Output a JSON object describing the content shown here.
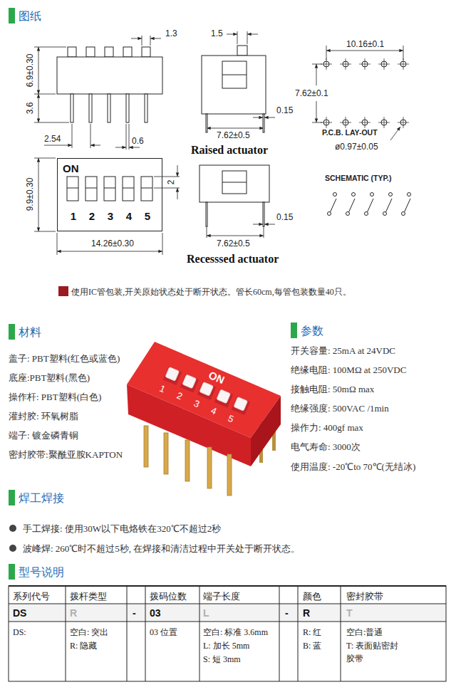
{
  "diagram": {
    "nodes": [
      {
        "text": [
          "ON",
          "1",
          "2",
          "3",
          "4",
          "5"
        ]
      }
    ],
    "labels": [
      "图纸",
      "1.3",
      "6.9±0.30",
      "3.6",
      "2.54",
      "0.6",
      "1.5",
      "0.15",
      "7.62±0.5",
      "Raised actuator",
      "10.16±0.1",
      "7.62±0.1",
      "P.C.B. LAY-OUT",
      "ø0.97±0.05",
      "9.9±0.30",
      "2",
      "0.15",
      "14.26±0.30",
      "7.62±0.5",
      "Recesssed actuator",
      "SCHEMATIC (TYP.)",
      "使用IC管包装,开关原始状态处于断开状态。管长60cm,每管包装数量40只。",
      "材料",
      "盖子: PBT塑料(红色或蓝色)",
      "底座:PBT塑料(黑色)",
      "操作杆: PBT塑料(白色)",
      "灌封胶: 环氧树脂",
      "端子: 镀金磷青铜",
      "密封胶带:聚酰亚胺KAPTON",
      "参数",
      "开关容量: 25mA at 24VDC",
      "绝缘电阻: 100MΩ at 250VDC",
      "接触电阻: 50mΩ max",
      "绝缘强度: 500VAC /1min",
      "操作力: 400gf max",
      "电气寿命: 3000次",
      "使用温度: -20℃to 70℃(无结冰)",
      "ON",
      "1",
      "2",
      "3",
      "4",
      "5",
      "焊工焊接",
      "手工焊接: 使用30W以下电烙铁在320℃不超过2秒",
      "波峰焊: 260℃时不超过5秒, 在焊接和清洁过程中开关处于断开状态。",
      "型号说明",
      "系列代号",
      "拨杆类型",
      "拨码位数",
      "端子长度",
      "颜色",
      "密封胶带",
      "DS",
      "R",
      "-",
      "03",
      "L",
      "-",
      "R",
      "T",
      "DS:",
      "空白: 突出",
      "R: 隐藏",
      "03 位置",
      "空白: 标准 3.6mm",
      "L: 加长 5mm",
      "S: 短 3mm",
      "R: 红",
      "B: 蓝",
      "空白:普通",
      "T: 表面贴密封 胶带"
    ]
  }
}
